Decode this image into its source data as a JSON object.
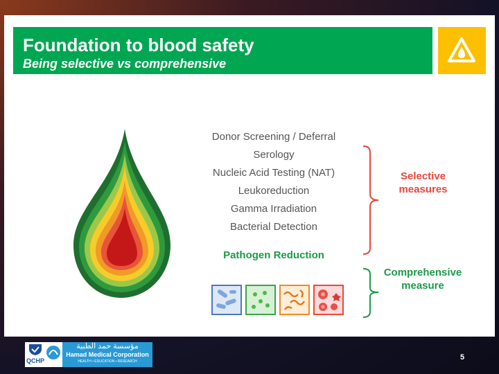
{
  "header": {
    "title": "Foundation to blood safety",
    "subtitle": "Being selective vs comprehensive",
    "warning_icon": "warning-triangle-droplet-icon",
    "accent_green": "#00a651",
    "accent_yellow": "#fcc000"
  },
  "measures": {
    "items": [
      "Donor Screening / Deferral",
      "Serology",
      "Nucleic Acid Testing (NAT)",
      "Leukoreduction",
      "Gamma Irradiation",
      "Bacterial Detection"
    ],
    "selective_label_line1": "Selective",
    "selective_label_line2": "measures",
    "selective_color": "#e8473a"
  },
  "pathogen": {
    "title": "Pathogen Reduction",
    "comprehensive_label_line1": "Comprehensive",
    "comprehensive_label_line2": "measure",
    "comprehensive_color": "#1c9a4a",
    "tiles": [
      {
        "icon": "bacteria-rods-icon",
        "color": "#4a78c2"
      },
      {
        "icon": "virus-particles-icon",
        "color": "#3aa64a"
      },
      {
        "icon": "parasites-icon",
        "color": "#f08a2a"
      },
      {
        "icon": "blood-cells-icon",
        "color": "#e84a3a"
      }
    ]
  },
  "footer": {
    "logo_left": "QCHP",
    "logo_text_ar": "مؤسسة حمد الطبية",
    "logo_text_en": "Hamad Medical Corporation",
    "logo_tagline": "HEALTH • EDUCATION • RESEARCH",
    "page_number": "5"
  }
}
